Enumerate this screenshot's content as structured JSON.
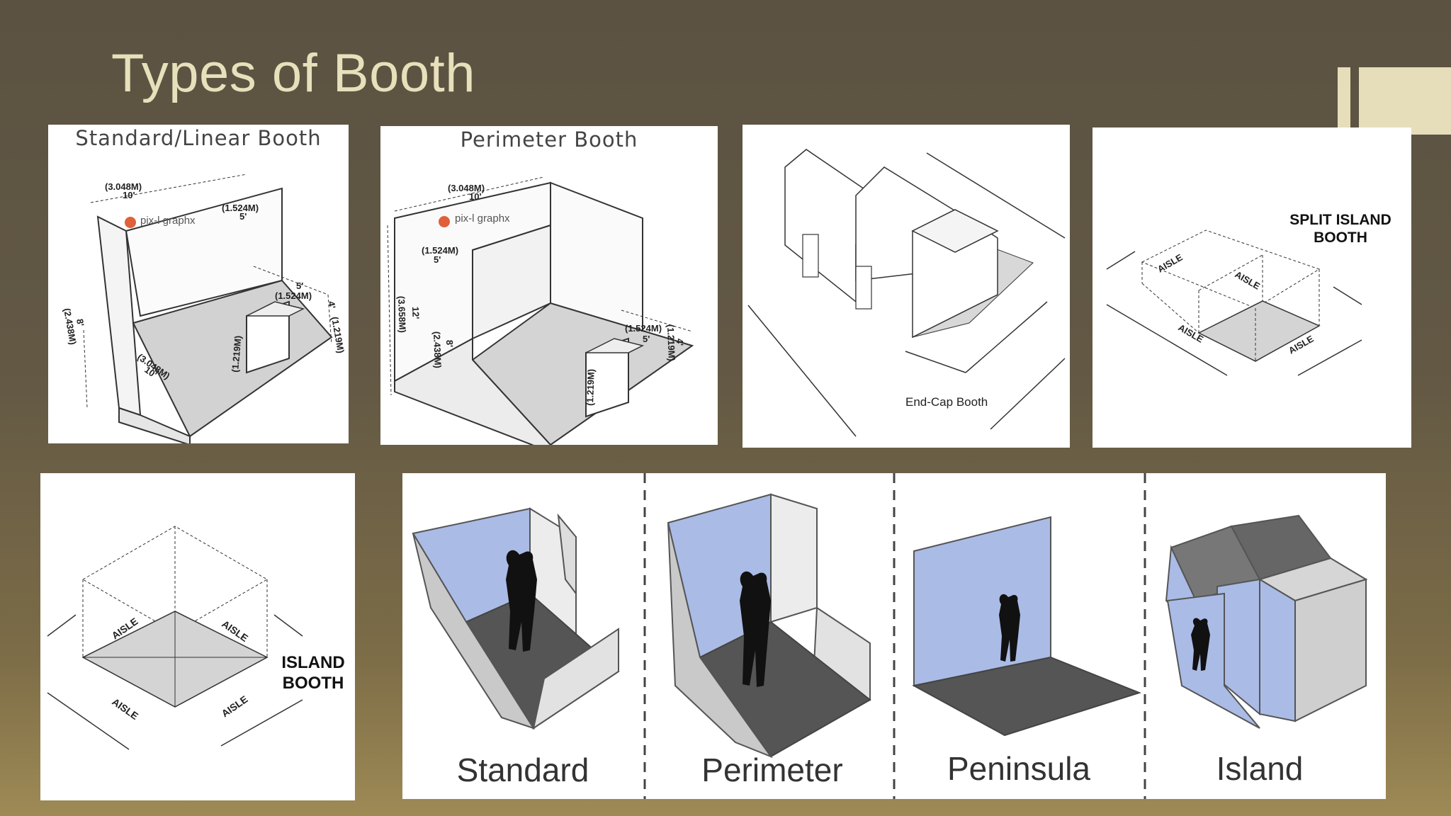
{
  "title": "Types of Booth",
  "panels": {
    "linear": {
      "title": "Standard/Linear Booth",
      "brand": "pix-l graphx",
      "dims": [
        "(3.048M)",
        "10'",
        "(1.524M)",
        "5'",
        "(2.438M)",
        "8'",
        "(1.524M)",
        "5'",
        "(1.219M)",
        "4'",
        "(1.219M)",
        "(3.048M)",
        "10'"
      ]
    },
    "perimeter": {
      "title": "Perimeter Booth",
      "brand": "pix-l graphx",
      "dims": [
        "(3.048M)",
        "10'",
        "(1.524M)",
        "5'",
        "(3.658M)",
        "12'",
        "(2.438M)",
        "8'",
        "(1.524M)",
        "5'",
        "(1.219M)",
        "4'",
        "(1.219M)"
      ]
    },
    "endcap": {
      "caption": "End-Cap Booth"
    },
    "split_island": {
      "label_line1": "SPLIT ISLAND",
      "label_line2": "BOOTH",
      "aisle": "AISLE"
    },
    "island": {
      "label_line1": "ISLAND",
      "label_line2": "BOOTH",
      "aisle": "AISLE"
    },
    "comparison": {
      "captions": [
        "Standard",
        "Perimeter",
        "Peninsula",
        "Island"
      ]
    }
  },
  "colors": {
    "background": "#5b5242",
    "title": "#e8e0bb",
    "accent": "#e6ddbb",
    "wall_blue": "#aabbe6",
    "floor_dark": "#555555"
  }
}
